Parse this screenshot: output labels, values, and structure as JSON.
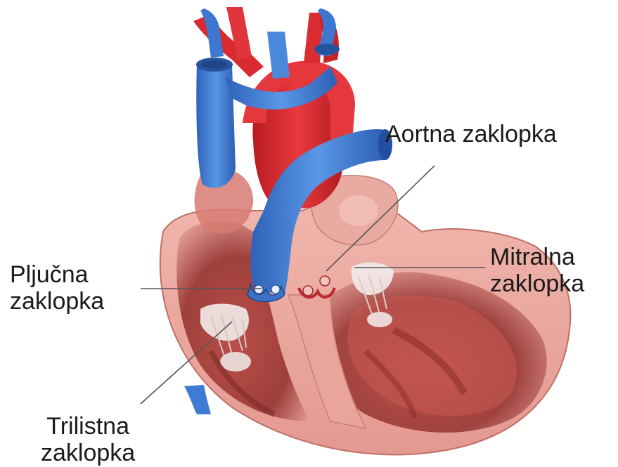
{
  "labels": {
    "aortna": [
      "Aortna zaklopka"
    ],
    "mitralna": [
      "Mitralna",
      "zaklopka"
    ],
    "pljucna": [
      "Pljučna",
      "zaklopka"
    ],
    "trilistna": [
      "Trilistna",
      "zaklopka"
    ]
  },
  "colors": {
    "artery_red": "#d8232a",
    "vein_blue": "#3d7bd4",
    "muscle_pink": "#e8a39a",
    "muscle_dark": "#a8433c",
    "leader_line": "#555555"
  }
}
